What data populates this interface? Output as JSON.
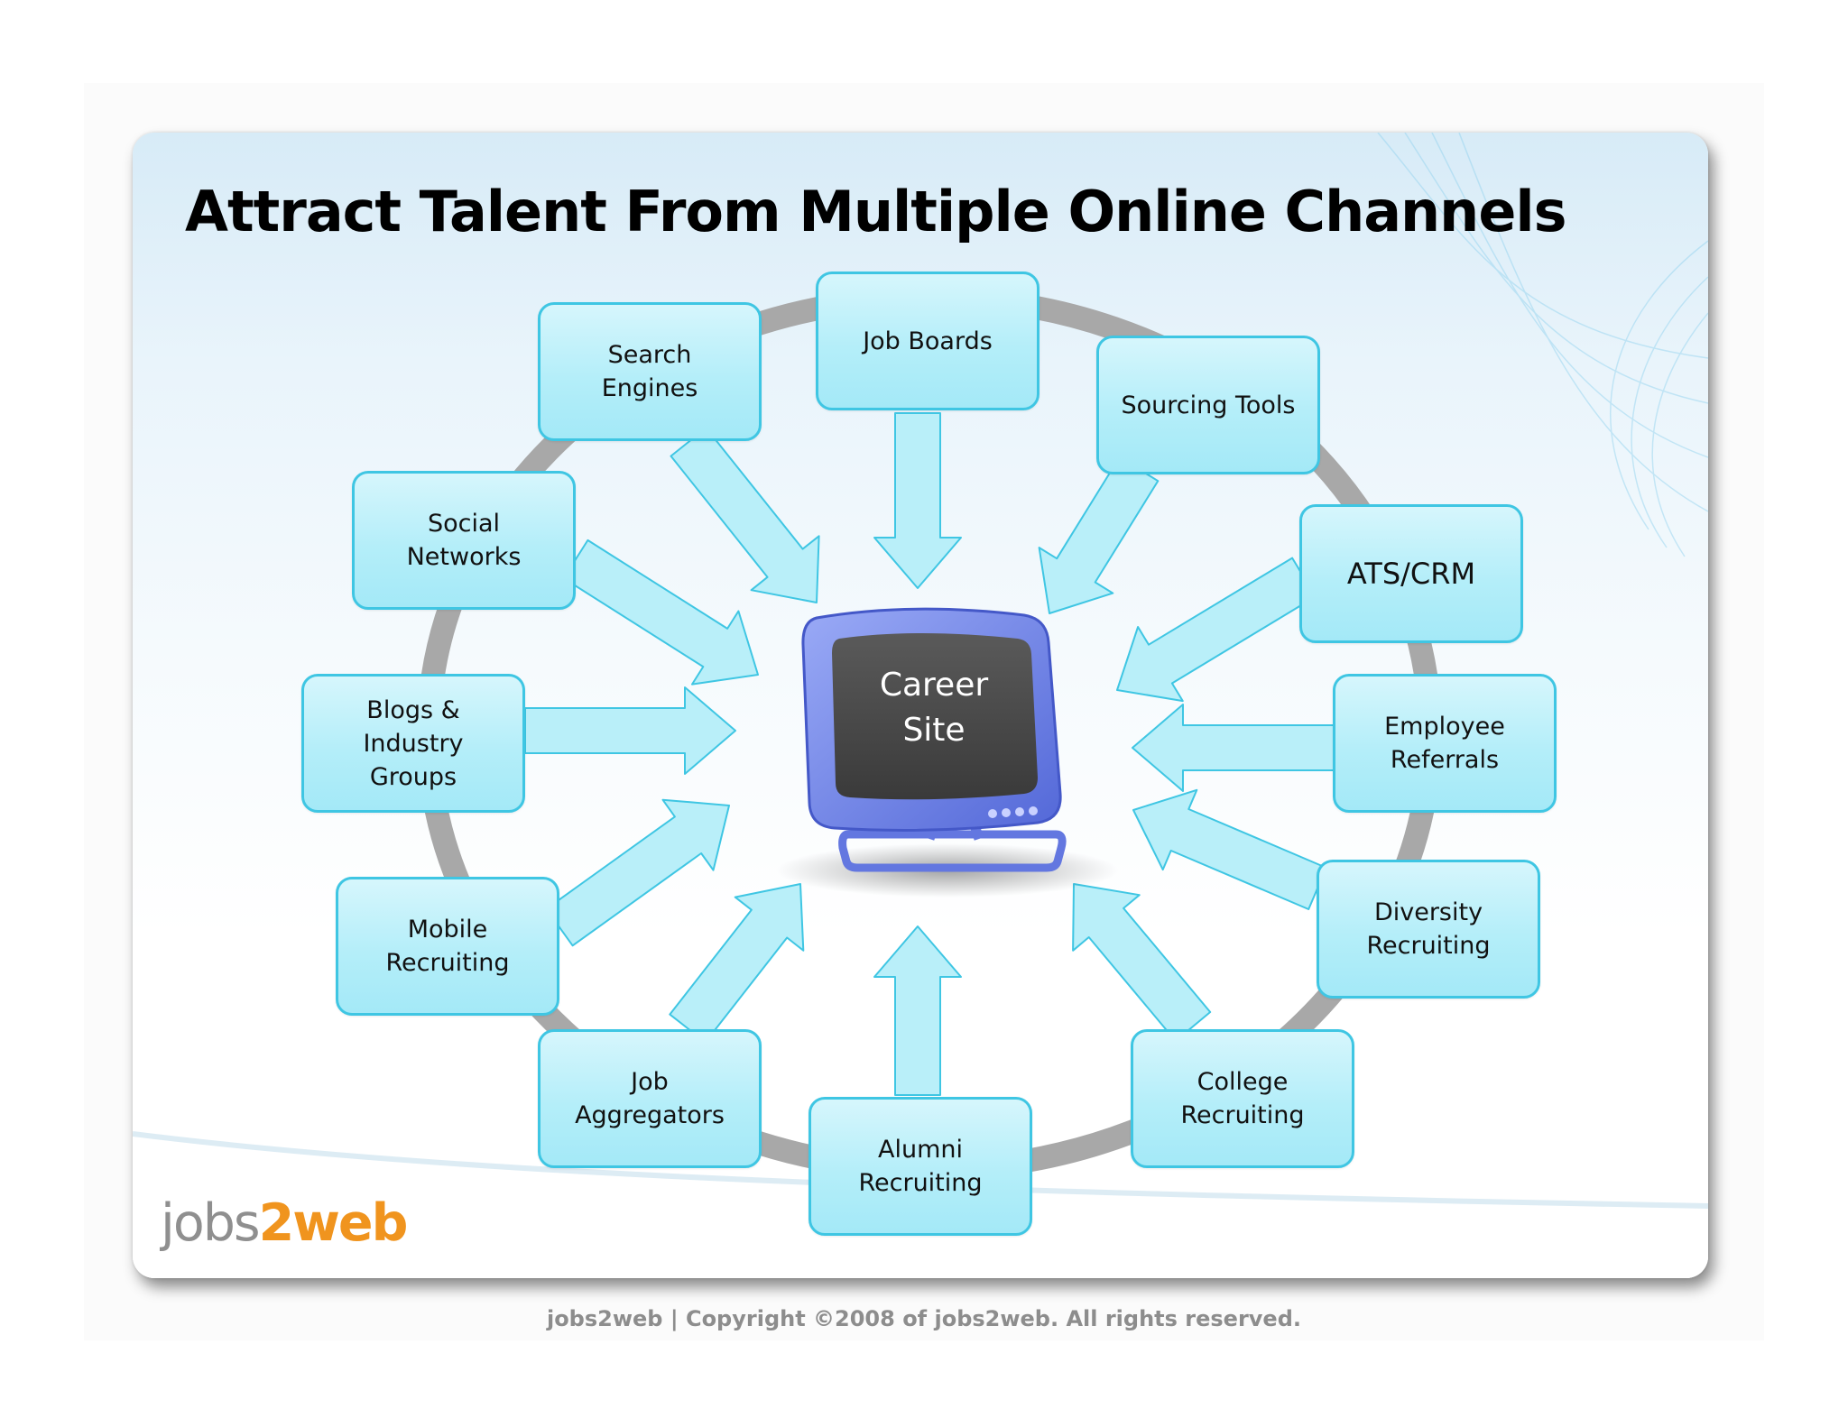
{
  "title": "Attract Talent From Multiple Online Channels",
  "center": {
    "label": "Career\nSite"
  },
  "channels": [
    {
      "id": "job-boards",
      "label": "Job Boards"
    },
    {
      "id": "sourcing-tools",
      "label": "Sourcing Tools"
    },
    {
      "id": "ats-crm",
      "label": "ATS/CRM"
    },
    {
      "id": "employee-referrals",
      "label": "Employee\nReferrals"
    },
    {
      "id": "diversity-recruiting",
      "label": "Diversity\nRecruiting"
    },
    {
      "id": "college-recruiting",
      "label": "College\nRecruiting"
    },
    {
      "id": "alumni-recruiting",
      "label": "Alumni\nRecruiting"
    },
    {
      "id": "job-aggregators",
      "label": "Job\nAggregators"
    },
    {
      "id": "mobile-recruiting",
      "label": "Mobile\nRecruiting"
    },
    {
      "id": "blogs-industry-groups",
      "label": "Blogs &\nIndustry\nGroups"
    },
    {
      "id": "social-networks",
      "label": "Social\nNetworks"
    },
    {
      "id": "search-engines",
      "label": "Search Engines"
    }
  ],
  "logo": {
    "part_a": "jobs",
    "part_b": "2web"
  },
  "footer": {
    "copyright": "jobs2web | Copyright ©2008 of jobs2web. All rights reserved."
  },
  "colors": {
    "box_fill": "#b4eef9",
    "box_border": "#3fc6e3",
    "arrow_fill": "#b9eff9",
    "ring": "#a8a8a8",
    "monitor_frame": "#6e82e6",
    "monitor_screen": "#4a4a4a",
    "logo_gray": "#8f8f8f",
    "logo_orange": "#f0941e"
  },
  "icons": {
    "center": "monitor-icon"
  }
}
